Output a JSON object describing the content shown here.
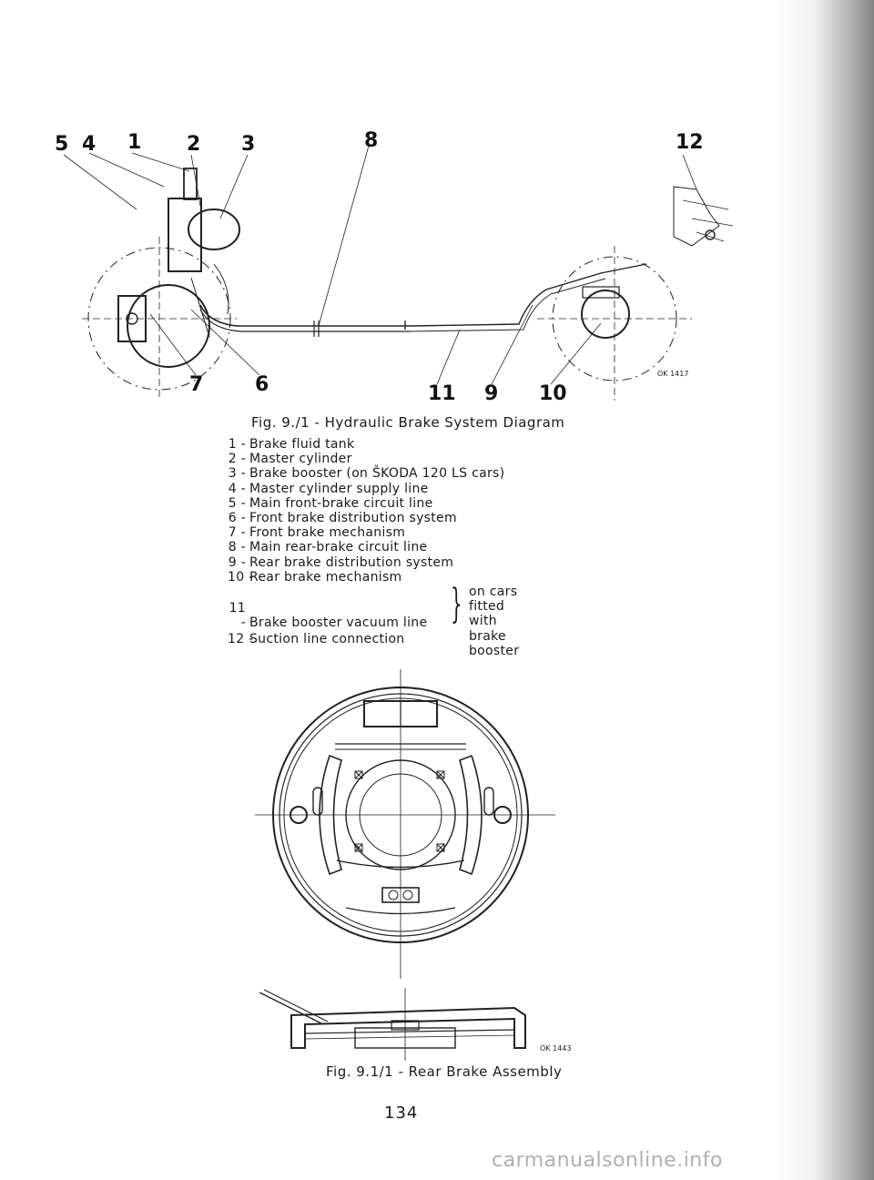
{
  "figure1": {
    "callouts": [
      "5",
      "4",
      "1",
      "2",
      "3",
      "8",
      "12",
      "7",
      "6",
      "11",
      "9",
      "10"
    ],
    "code": "OK 1417",
    "caption": "Fig. 9./1 - Hydraulic Brake System Diagram"
  },
  "legend": {
    "items": [
      {
        "num": "1 -",
        "text": "Brake fluid tank"
      },
      {
        "num": "2 -",
        "text": "Master cylinder"
      },
      {
        "num": "3 -",
        "text": "Brake booster (on ŠKODA 120 LS cars)"
      },
      {
        "num": "4 -",
        "text": "Master cylinder supply line"
      },
      {
        "num": "5 -",
        "text": "Main front-brake circuit line"
      },
      {
        "num": "6 -",
        "text": "Front brake distribution system"
      },
      {
        "num": "7 -",
        "text": "Front brake mechanism"
      },
      {
        "num": "8 -",
        "text": "Main rear-brake circuit line"
      },
      {
        "num": "9 -",
        "text": "Rear brake distribution system"
      },
      {
        "num": "10 -",
        "text": "Rear brake mechanism"
      }
    ],
    "item11": {
      "num": "11 -",
      "text": "Brake booster vacuum line",
      "note": [
        "on cars fitted",
        "with brake",
        "booster"
      ]
    },
    "item12": {
      "num": "12 -",
      "text": "Suction line connection"
    }
  },
  "figure2": {
    "code": "OK 1443",
    "caption": "Fig. 9.1/1 - Rear Brake Assembly"
  },
  "page_number": "134",
  "watermark": "carmanualsonline.info"
}
